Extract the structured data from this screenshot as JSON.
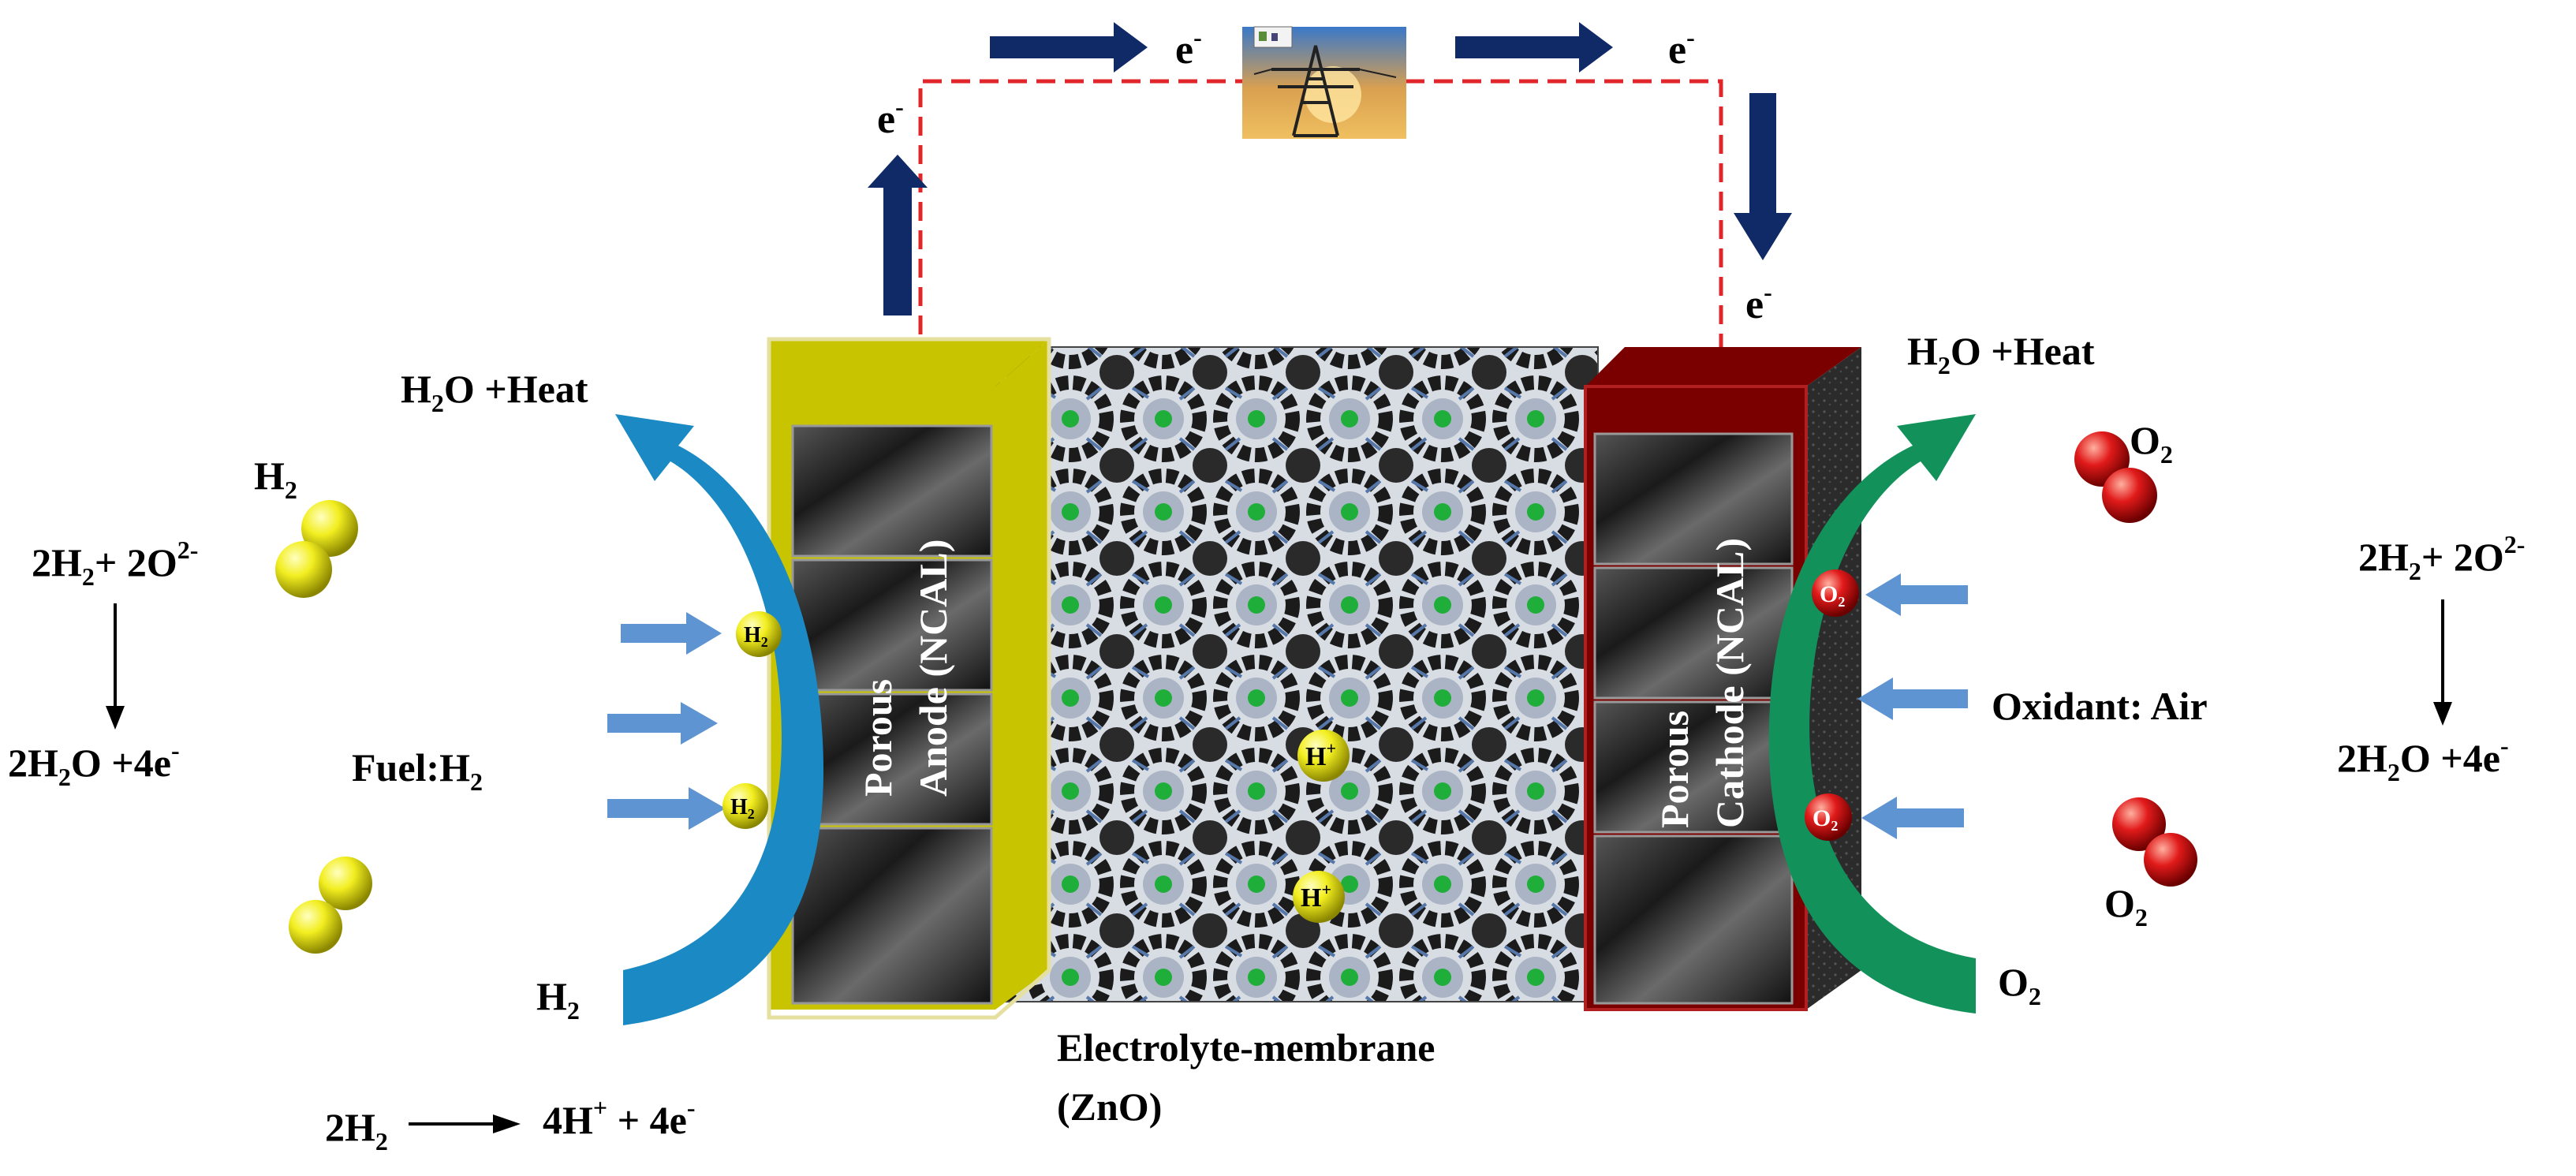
{
  "electron_labels": {
    "top_left": [
      "e",
      "-"
    ],
    "top_right": [
      "e",
      "-"
    ],
    "anode_up": [
      "e",
      "-"
    ],
    "cathode_down": [
      "e",
      "-"
    ]
  },
  "anode_side": {
    "exhaust": [
      "H",
      "2",
      "O +Heat"
    ],
    "h2_molecule_top": [
      "H",
      "2"
    ],
    "fuel": [
      "Fuel:H",
      "2"
    ],
    "h2_inlet": [
      "H",
      "2"
    ],
    "h2_bead": [
      "H",
      "2"
    ],
    "reaction_bottom": {
      "lhs": [
        "2H",
        "2"
      ],
      "rhs": [
        "4H",
        "+",
        " + 4e",
        "-"
      ]
    }
  },
  "left_reaction": {
    "lhs": [
      "2H",
      "2",
      "+ 2O",
      "2-"
    ],
    "rhs": [
      "2H",
      "2",
      "O +4e",
      "-"
    ]
  },
  "anode": {
    "label_line1": "Porous",
    "label_line2": "Anode (NCAL)"
  },
  "cathode": {
    "label_line1": "Porous",
    "label_line2": "Cathode (NCAL)"
  },
  "electrolyte": {
    "label_line1": "Electrolyte-membrane",
    "label_line2": "(ZnO)",
    "ion_bead": [
      "H",
      "+"
    ]
  },
  "cathode_side": {
    "exhaust": [
      "H",
      "2",
      "O +Heat"
    ],
    "o2_top": [
      "O",
      "2"
    ],
    "oxidant": "Oxidant: Air",
    "o2_bottom": [
      "O",
      "2"
    ],
    "o2_inlet": [
      "O",
      "2"
    ],
    "o2_bead": [
      "O",
      "2"
    ]
  },
  "right_reaction": {
    "lhs": [
      "2H",
      "2",
      "+ 2O",
      "2-"
    ],
    "rhs": [
      "2H",
      "2",
      "O +4e",
      "-"
    ]
  },
  "icons": {
    "load": "power-tower-icon"
  },
  "colors": {
    "anode_face": "#c9c400",
    "cathode_face": "#7a0000",
    "electron_arrow": "#0f2a66",
    "gas_arrow": "#5f94d2",
    "anode_flow": "#1b8ac4",
    "cathode_flow": "#12925a",
    "wire": "#e0262a",
    "h2_molecule": "#e8e600",
    "o2_molecule": "#d41515"
  }
}
